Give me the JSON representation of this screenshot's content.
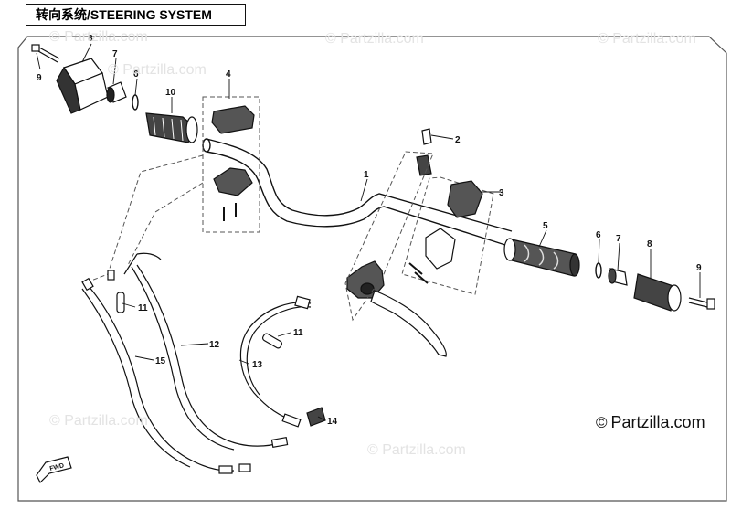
{
  "title": "转向系统/STEERING SYSTEM",
  "copyright": {
    "symbol": "©",
    "text": "Partzilla.com"
  },
  "watermark": "© Partzilla.com",
  "direction_badge": "FWD",
  "callouts": {
    "c1": "1",
    "c2": "2",
    "c3": "3",
    "c4": "4",
    "c5": "5",
    "c6a": "6",
    "c6b": "6",
    "c7a": "7",
    "c7b": "7",
    "c8a": "8",
    "c8b": "8",
    "c9a": "9",
    "c9b": "9",
    "c10": "10",
    "c11a": "11",
    "c11b": "11",
    "c12": "12",
    "c13": "13",
    "c14": "14",
    "c15": "15"
  },
  "colors": {
    "line": "#111111",
    "watermark": "#e3e3e3",
    "frame": "#555555"
  }
}
